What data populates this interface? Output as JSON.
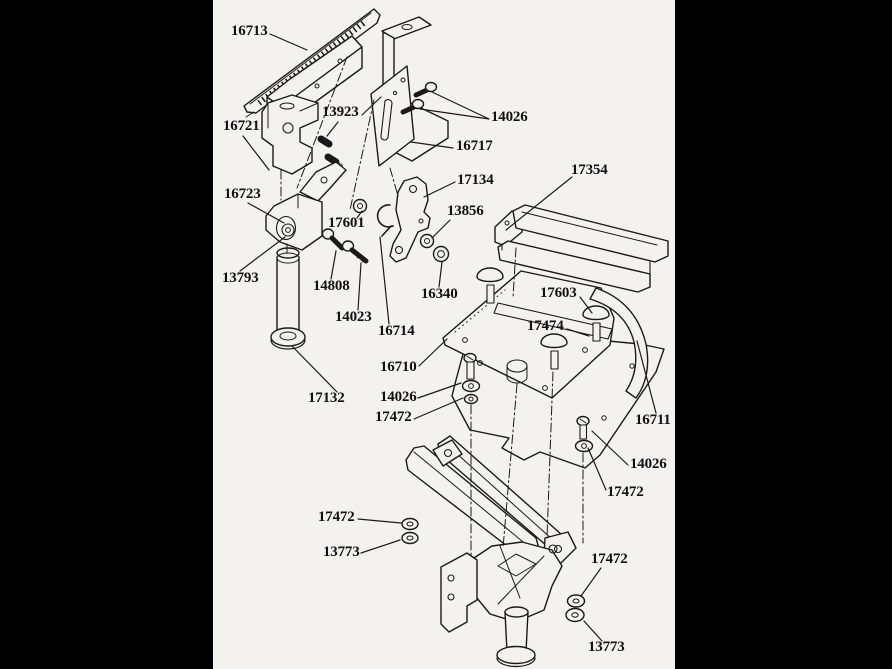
{
  "colors": {
    "background": "#000000",
    "paper": "#f3f2ee",
    "ink": "#1a1a1a"
  },
  "diagram": {
    "description_labels_note": "part numbers visible in exploded parts drawing",
    "labels": [
      {
        "text": "16713"
      },
      {
        "text": "13923"
      },
      {
        "text": "16721"
      },
      {
        "text": "14026"
      },
      {
        "text": "16717"
      },
      {
        "text": "17354"
      },
      {
        "text": "17134"
      },
      {
        "text": "16723"
      },
      {
        "text": "13856"
      },
      {
        "text": "17601"
      },
      {
        "text": "13793"
      },
      {
        "text": "14808"
      },
      {
        "text": "16340"
      },
      {
        "text": "17603"
      },
      {
        "text": "14023"
      },
      {
        "text": "17474"
      },
      {
        "text": "16714"
      },
      {
        "text": "16710"
      },
      {
        "text": "14026"
      },
      {
        "text": "17132"
      },
      {
        "text": "17472"
      },
      {
        "text": "16711"
      },
      {
        "text": "14026"
      },
      {
        "text": "17472"
      },
      {
        "text": "17472"
      },
      {
        "text": "13773"
      },
      {
        "text": "17472"
      },
      {
        "text": "13773"
      }
    ]
  }
}
